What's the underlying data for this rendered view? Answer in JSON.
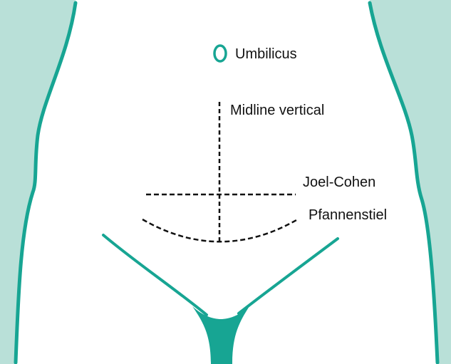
{
  "labels": {
    "umbilicus": "Umbilicus",
    "midline": "Midline vertical",
    "joel_cohen": "Joel-Cohen",
    "pfannenstiel": "Pfannenstiel"
  },
  "colors": {
    "teal": "#17a593",
    "teal_light": "#b9e0d8",
    "background": "#ffffff",
    "line": "#111111"
  }
}
